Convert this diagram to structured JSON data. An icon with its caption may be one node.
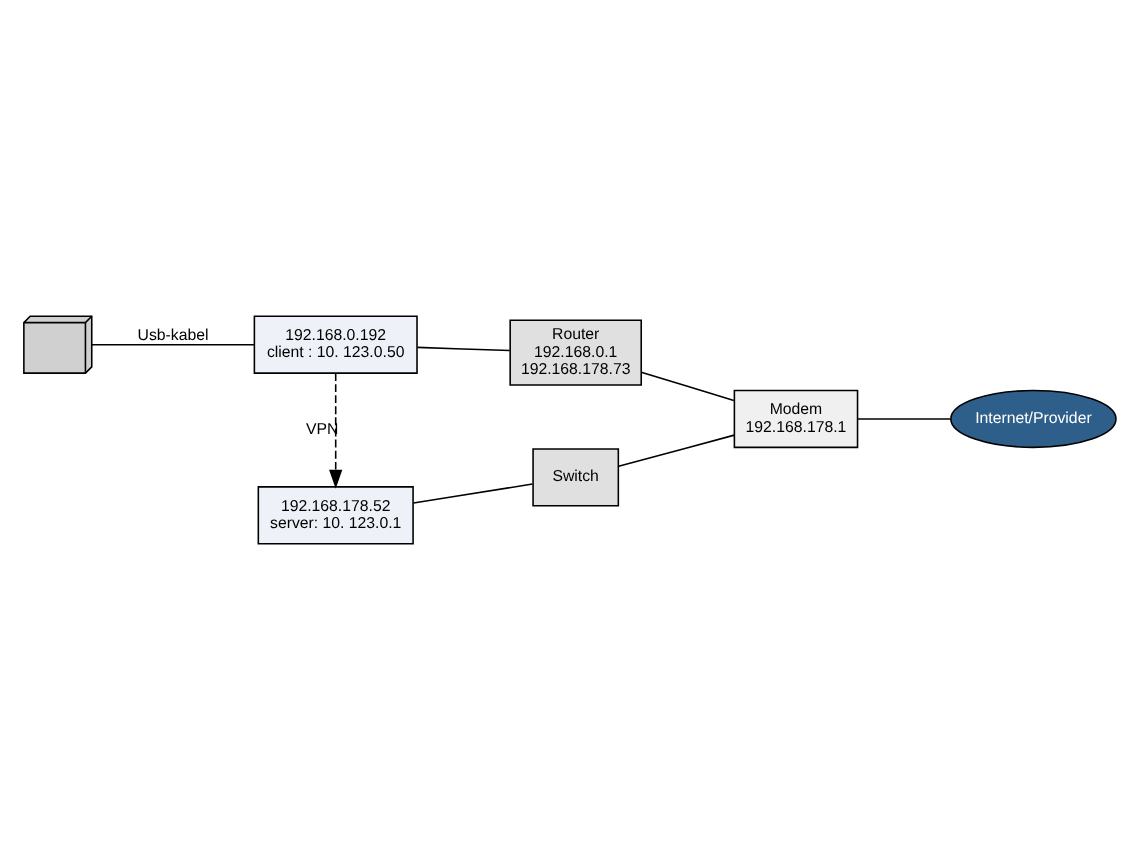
{
  "diagram": {
    "nodes": [
      {
        "text": [],
        "shape": "printer"
      },
      {
        "text": [
          "192.168.0.192",
          "client : 10. 123.0.50"
        ]
      },
      {
        "text": [
          "Router",
          "192.168.0.1",
          "192.168.178.73"
        ]
      },
      {
        "text": [
          "Modem",
          "192.168.178.1"
        ]
      },
      {
        "text": [
          "Internet/Provider"
        ]
      },
      {
        "text": [
          "192.168.178.52",
          "server: 10. 123.0.1"
        ]
      },
      {
        "text": [
          "Switch"
        ]
      }
    ],
    "edges": [
      {
        "from": 0,
        "to": 1,
        "arrow": "none",
        "label": "Usb-kabel"
      },
      {
        "from": 1,
        "to": 2,
        "arrow": "none"
      },
      {
        "from": 2,
        "to": 3,
        "arrow": "none"
      },
      {
        "from": 3,
        "to": 4,
        "arrow": "none"
      },
      {
        "from": 1,
        "to": 5,
        "arrow": "to",
        "style": "dashed",
        "label": "VPN"
      },
      {
        "from": 5,
        "to": 6,
        "arrow": "none"
      },
      {
        "from": 6,
        "to": 3,
        "arrow": "none"
      }
    ]
  }
}
